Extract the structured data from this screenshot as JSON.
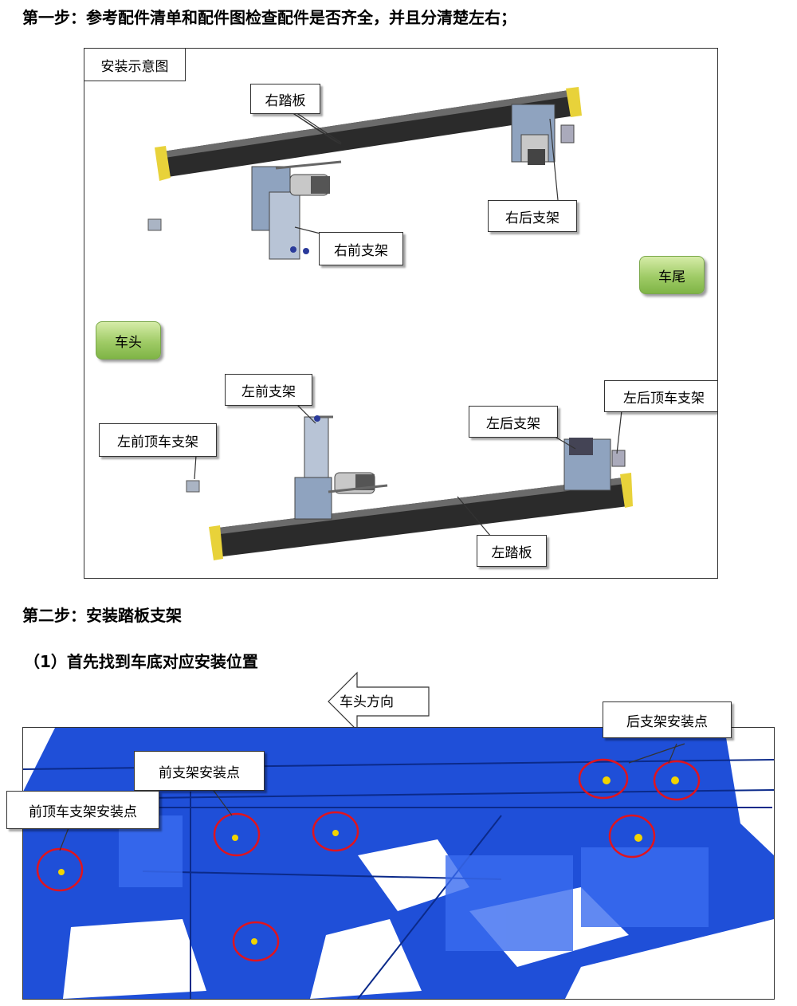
{
  "step1": {
    "heading": "第一步：参考配件清单和配件图检查配件是否齐全，并且分清楚左右；"
  },
  "diagram1": {
    "title": "安装示意图",
    "labels": {
      "right_pedal": "右踏板",
      "right_front_bracket": "右前支架",
      "right_rear_bracket": "右后支架",
      "left_front_bracket": "左前支架",
      "left_rear_bracket": "左后支架",
      "left_front_top_bracket": "左前顶车支架",
      "left_rear_top_bracket": "左后顶车支架",
      "left_pedal": "左踏板"
    },
    "buttons": {
      "rear": "车尾",
      "front": "车头"
    },
    "colors": {
      "pedal": "#2b2b2b",
      "bracket": "#8fa3bf",
      "button": "#9fcb66"
    }
  },
  "step2": {
    "heading": "第二步：安装踏板支架",
    "sub": "（1）首先找到车底对应安装位置"
  },
  "diagram2": {
    "direction_label": "车头方向",
    "labels": {
      "rear_bracket_points": "后支架安装点",
      "front_bracket_points": "前支架安装点",
      "front_top_bracket_point": "前顶车支架安装点"
    },
    "colors": {
      "chassis": "#1f4fd8",
      "circle": "#e0141e"
    }
  }
}
